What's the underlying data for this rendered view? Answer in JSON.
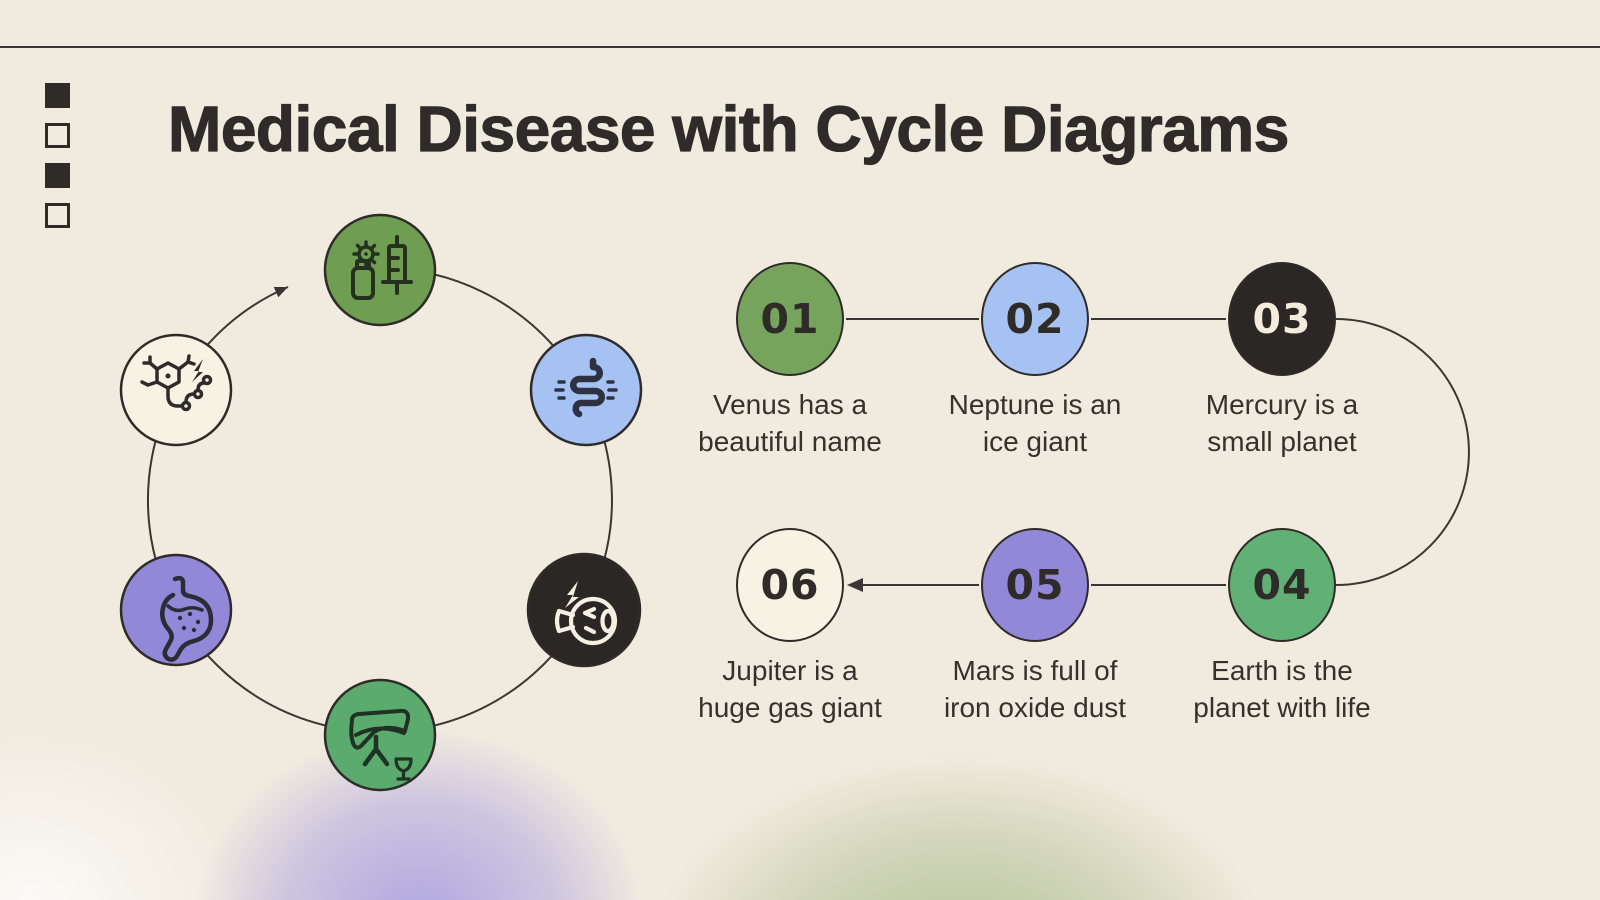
{
  "slide": {
    "title": "Medical Disease with Cycle Diagrams",
    "background_color": "#f1ebdf",
    "ink_color": "#2e2b28",
    "line_color": "#3a3633",
    "accent_blob_purple": "#7c70e0",
    "accent_blob_green": "#809e5a"
  },
  "decor": {
    "squares": [
      "filled",
      "outline",
      "filled",
      "outline"
    ]
  },
  "cycle": {
    "nodes": [
      {
        "id": "medication",
        "icon": "virus-syringe-vial-icon",
        "color": "#6f9e53",
        "icon_color": "#25301f"
      },
      {
        "id": "intestine",
        "icon": "intestines-icon",
        "color": "#a5c2f2",
        "icon_color": "#2d3142"
      },
      {
        "id": "eye",
        "icon": "eye-lightning-icon",
        "color": "#2a2724",
        "icon_color": "#f6f0e2"
      },
      {
        "id": "liver",
        "icon": "liver-alcohol-icon",
        "color": "#5bab6e",
        "icon_color": "#1f3325"
      },
      {
        "id": "stomach",
        "icon": "stomach-icon",
        "color": "#9387d8",
        "icon_color": "#2e2b38"
      },
      {
        "id": "neuron",
        "icon": "neuron-lightning-icon",
        "color": "#f7f2e4",
        "icon_color": "#2e2b28"
      }
    ]
  },
  "process": {
    "steps": [
      {
        "number": "01",
        "label": "Venus has a beautiful name",
        "lines": [
          "Venus has a",
          "beautiful name"
        ],
        "color": "#76a45c",
        "number_color": "#2e2b28"
      },
      {
        "number": "02",
        "label": "Neptune is an ice giant",
        "lines": [
          "Neptune is an",
          "ice giant"
        ],
        "color": "#a5c2f2",
        "number_color": "#2e2b28"
      },
      {
        "number": "03",
        "label": "Mercury is a small planet",
        "lines": [
          "Mercury is a",
          "small planet"
        ],
        "color": "#2a2724",
        "number_color": "#f3ecdd"
      },
      {
        "number": "04",
        "label": "Earth is the planet with life",
        "lines": [
          "Earth is the",
          "planet with life"
        ],
        "color": "#61b075",
        "number_color": "#2e2b28"
      },
      {
        "number": "05",
        "label": "Mars is full of iron oxide dust",
        "lines": [
          "Mars is full of",
          "iron oxide dust"
        ],
        "color": "#9387d8",
        "number_color": "#2e2b28"
      },
      {
        "number": "06",
        "label": "Jupiter is a huge gas giant",
        "lines": [
          "Jupiter is a",
          "huge gas giant"
        ],
        "color": "#f7f2e4",
        "number_color": "#2e2b28"
      }
    ]
  }
}
